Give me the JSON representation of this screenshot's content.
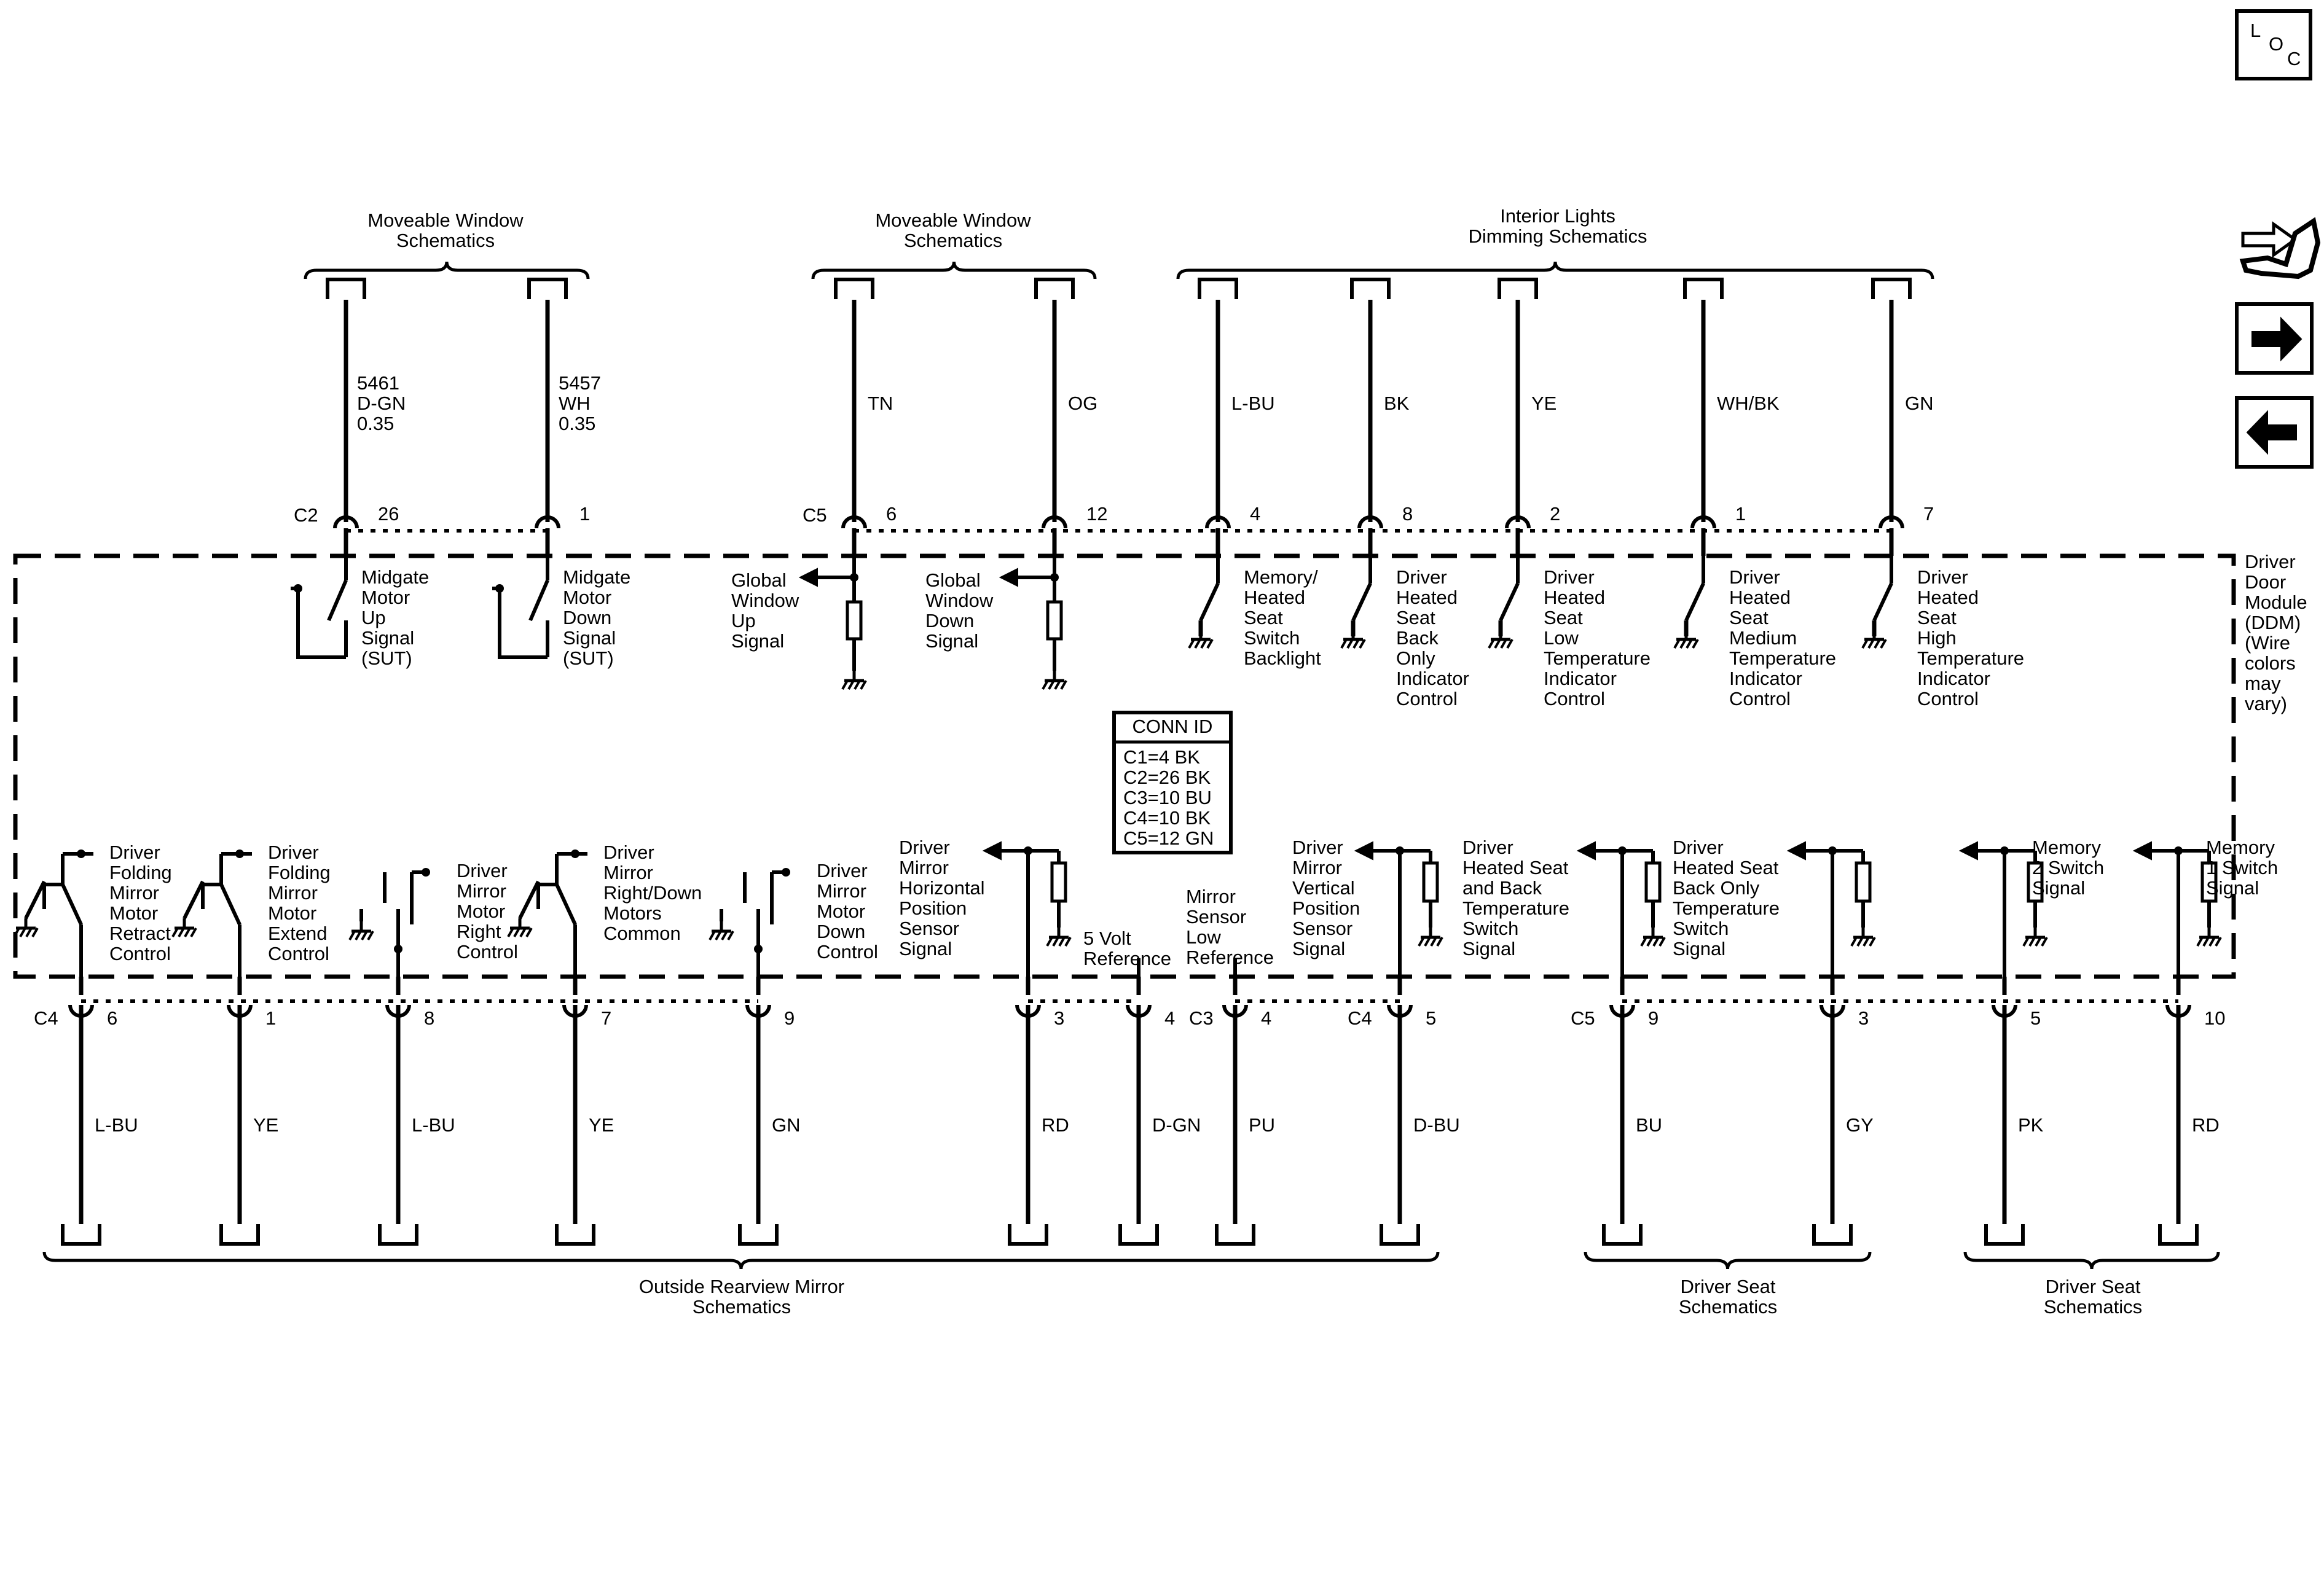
{
  "nav": {
    "loc": [
      "L",
      "O",
      "C"
    ],
    "icons": [
      "connector-end-view-icon",
      "next-page-arrow-icon",
      "previous-page-arrow-icon"
    ]
  },
  "module": {
    "name": [
      "Driver",
      "Door",
      "Module",
      "(DDM)",
      "(Wire",
      "colors",
      "may",
      "vary)"
    ]
  },
  "conn_id": {
    "title": "CONN ID",
    "rows": [
      "C1=4 BK",
      "C2=26 BK",
      "C3=10 BU",
      "C4=10 BK",
      "C5=12 GN"
    ]
  },
  "groups_top": [
    {
      "lines": [
        "Moveable Window",
        "Schematics"
      ]
    },
    {
      "lines": [
        "Moveable Window",
        "Schematics"
      ]
    },
    {
      "lines": [
        "Interior Lights",
        "Dimming Schematics"
      ]
    }
  ],
  "groups_bottom": [
    {
      "lines": [
        "Outside Rearview Mirror",
        "Schematics"
      ]
    },
    {
      "lines": [
        "Driver Seat",
        "Schematics"
      ]
    },
    {
      "lines": [
        "Driver Seat",
        "Schematics"
      ]
    }
  ],
  "connectors_top": [
    "C2",
    "C5"
  ],
  "connectors_bottom": [
    "C4",
    "C3",
    "C4",
    "C5"
  ],
  "wires_top": [
    {
      "circuit": "5461",
      "color": "D-GN",
      "gauge": "0.35",
      "pin": "26",
      "desc": [
        "Midgate",
        "Motor",
        "Up",
        "Signal",
        "(SUT)"
      ]
    },
    {
      "circuit": "5457",
      "color": "WH",
      "gauge": "0.35",
      "pin": "1",
      "desc": [
        "Midgate",
        "Motor",
        "Down",
        "Signal",
        "(SUT)"
      ]
    },
    {
      "color": "TN",
      "pin": "6",
      "desc": [
        "Global",
        "Window",
        "Up",
        "Signal"
      ]
    },
    {
      "color": "OG",
      "pin": "12",
      "desc": [
        "Global",
        "Window",
        "Down",
        "Signal"
      ]
    },
    {
      "color": "L-BU",
      "pin": "4",
      "desc": [
        "Memory/",
        "Heated",
        "Seat",
        "Switch",
        "Backlight"
      ]
    },
    {
      "color": "BK",
      "pin": "8",
      "desc": [
        "Driver",
        "Heated",
        "Seat",
        "Back",
        "Only",
        "Indicator",
        "Control"
      ]
    },
    {
      "color": "YE",
      "pin": "2",
      "desc": [
        "Driver",
        "Heated",
        "Seat",
        "Low",
        "Temperature",
        "Indicator",
        "Control"
      ]
    },
    {
      "color": "WH/BK",
      "pin": "1",
      "desc": [
        "Driver",
        "Heated",
        "Seat",
        "Medium",
        "Temperature",
        "Indicator",
        "Control"
      ]
    },
    {
      "color": "GN",
      "pin": "7",
      "desc": [
        "Driver",
        "Heated",
        "Seat",
        "High",
        "Temperature",
        "Indicator",
        "Control"
      ]
    }
  ],
  "wires_bottom": [
    {
      "color": "L-BU",
      "pin": "6",
      "desc": [
        "Driver",
        "Folding",
        "Mirror",
        "Motor",
        "Retract",
        "Control"
      ]
    },
    {
      "color": "YE",
      "pin": "1",
      "desc": [
        "Driver",
        "Folding",
        "Mirror",
        "Motor",
        "Extend",
        "Control"
      ]
    },
    {
      "color": "L-BU",
      "pin": "8",
      "desc": [
        "Driver",
        "Mirror",
        "Motor",
        "Right",
        "Control"
      ]
    },
    {
      "color": "YE",
      "pin": "7",
      "desc": [
        "Driver",
        "Mirror",
        "Right/Down",
        "Motors",
        "Common"
      ]
    },
    {
      "color": "GN",
      "pin": "9",
      "desc": [
        "Driver",
        "Mirror",
        "Motor",
        "Down",
        "Control"
      ]
    },
    {
      "color": "RD",
      "pin": "3",
      "desc": [
        "Driver",
        "Mirror",
        "Horizontal",
        "Position",
        "Sensor",
        "Signal"
      ]
    },
    {
      "color": "D-GN",
      "pin": "4",
      "desc": [
        "5 Volt",
        "Reference"
      ]
    },
    {
      "color": "PU",
      "pin": "4",
      "desc": [
        "Mirror",
        "Sensor",
        "Low",
        "Reference"
      ]
    },
    {
      "color": "D-BU",
      "pin": "5",
      "desc": [
        "Driver",
        "Mirror",
        "Vertical",
        "Position",
        "Sensor",
        "Signal"
      ]
    },
    {
      "color": "BU",
      "pin": "9",
      "desc": [
        "Driver",
        "Heated Seat",
        "and Back",
        "Temperature",
        "Switch",
        "Signal"
      ]
    },
    {
      "color": "GY",
      "pin": "3",
      "desc": [
        "Driver",
        "Heated Seat",
        "Back Only",
        "Temperature",
        "Switch",
        "Signal"
      ]
    },
    {
      "color": "PK",
      "pin": "5",
      "desc": [
        "Memory",
        "2 Switch",
        "Signal"
      ]
    },
    {
      "color": "RD",
      "pin": "10",
      "desc": [
        "Memory",
        "1 Switch",
        "Signal"
      ]
    }
  ]
}
